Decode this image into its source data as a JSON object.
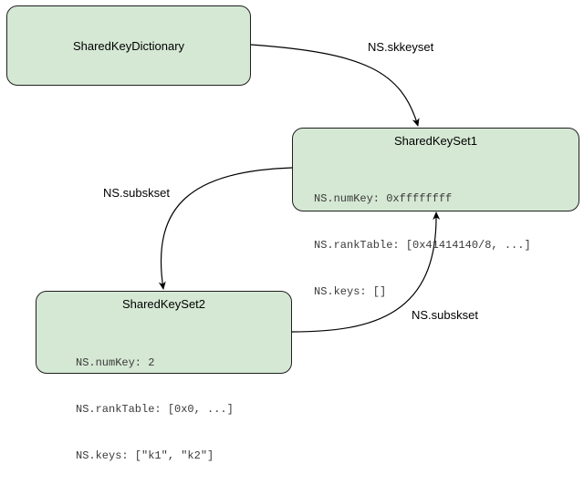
{
  "nodes": {
    "dictionary": {
      "title": "SharedKeyDictionary"
    },
    "keyset1": {
      "title": "SharedKeySet1",
      "fields": [
        "NS.numKey: 0xffffffff",
        "NS.rankTable: [0x41414140/8, ...]",
        "NS.keys: []"
      ]
    },
    "keyset2": {
      "title": "SharedKeySet2",
      "fields": [
        "NS.numKey: 2",
        "NS.rankTable: [0x0, ...]",
        "NS.keys: [\"k1\", \"k2\"]"
      ]
    }
  },
  "edges": {
    "dict_to_ks1": {
      "label": "NS.skkeyset"
    },
    "ks1_to_ks2": {
      "label": "NS.subskset"
    },
    "ks2_to_ks1": {
      "label": "NS.subskset"
    }
  },
  "colors": {
    "node_fill": "#d5e8d4",
    "node_border": "#1f1f1f",
    "edge": "#000000"
  }
}
